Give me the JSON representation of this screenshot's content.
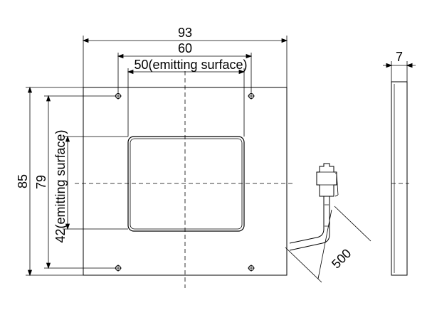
{
  "drawing": {
    "stroke_color": "#000000",
    "background": "#ffffff",
    "front_view": {
      "width_label": "93",
      "hole_spacing_label": "60",
      "emitting_width_label": "50(emitting surface)",
      "height_label": "85",
      "hole_vspacing_label": "79",
      "emitting_height_label": "42(emitting surface)"
    },
    "side_view": {
      "thickness_label": "7"
    },
    "cable": {
      "length_label": "500"
    }
  }
}
